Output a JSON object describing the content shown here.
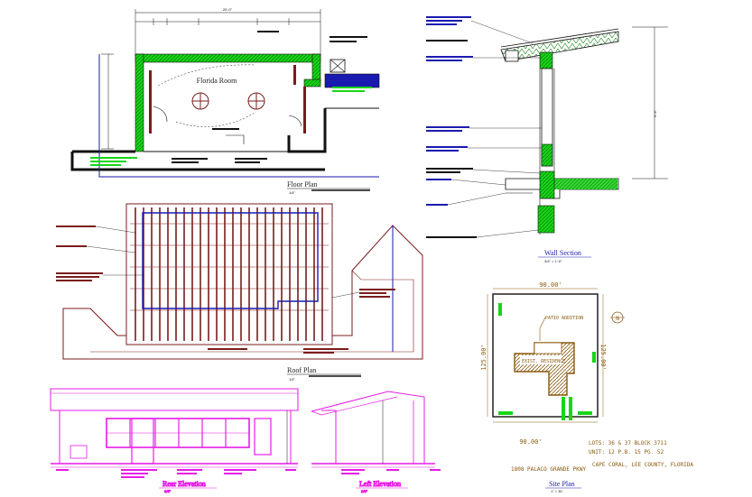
{
  "sheet": {
    "floor_plan": {
      "title": "Floor Plan",
      "scale": "1/4\"",
      "room_label": "Florida Room",
      "overall_dim": "20'-0\""
    },
    "roof_plan": {
      "title": "Roof Plan",
      "scale": "1/4\""
    },
    "rear_elevation": {
      "title": "Rear Elevation",
      "scale": "1/4\""
    },
    "left_elevation": {
      "title": "Left Elevation",
      "scale": "1/4\""
    },
    "wall_section": {
      "title": "Wall Section",
      "scale": "3/4\" = 1'-0\"",
      "height_dim": "9'-4\""
    },
    "site_plan": {
      "title": "Site Plan",
      "scale": "1\" = 30'",
      "top_dim": "90.00'",
      "bottom_dim": "90.00'",
      "left_dim": "125.00'",
      "right_dim": "125.00'",
      "patio_label": "PATIO ADDITION",
      "existing_label": "EXIST. RESIDENCE",
      "north_label": "N",
      "lots_line": "LOTS: 36 & 37    BLOCK 3711",
      "unit_line": "UNIT: 12   P.B. 15 PG. 52",
      "address_street": "1808 PALACO GRANDE PKWY",
      "address_city": "CAPE CORAL, LEE COUNTY, FLORIDA"
    }
  },
  "colors": {
    "line": "#111111",
    "blue": "#1a1ab0",
    "green": "#17d617",
    "green_dark": "#0a8a0a",
    "magenta": "#e81ae8",
    "brown": "#7a1c1c",
    "olive": "#8a6a10",
    "site_brown": "#8a5a10"
  }
}
